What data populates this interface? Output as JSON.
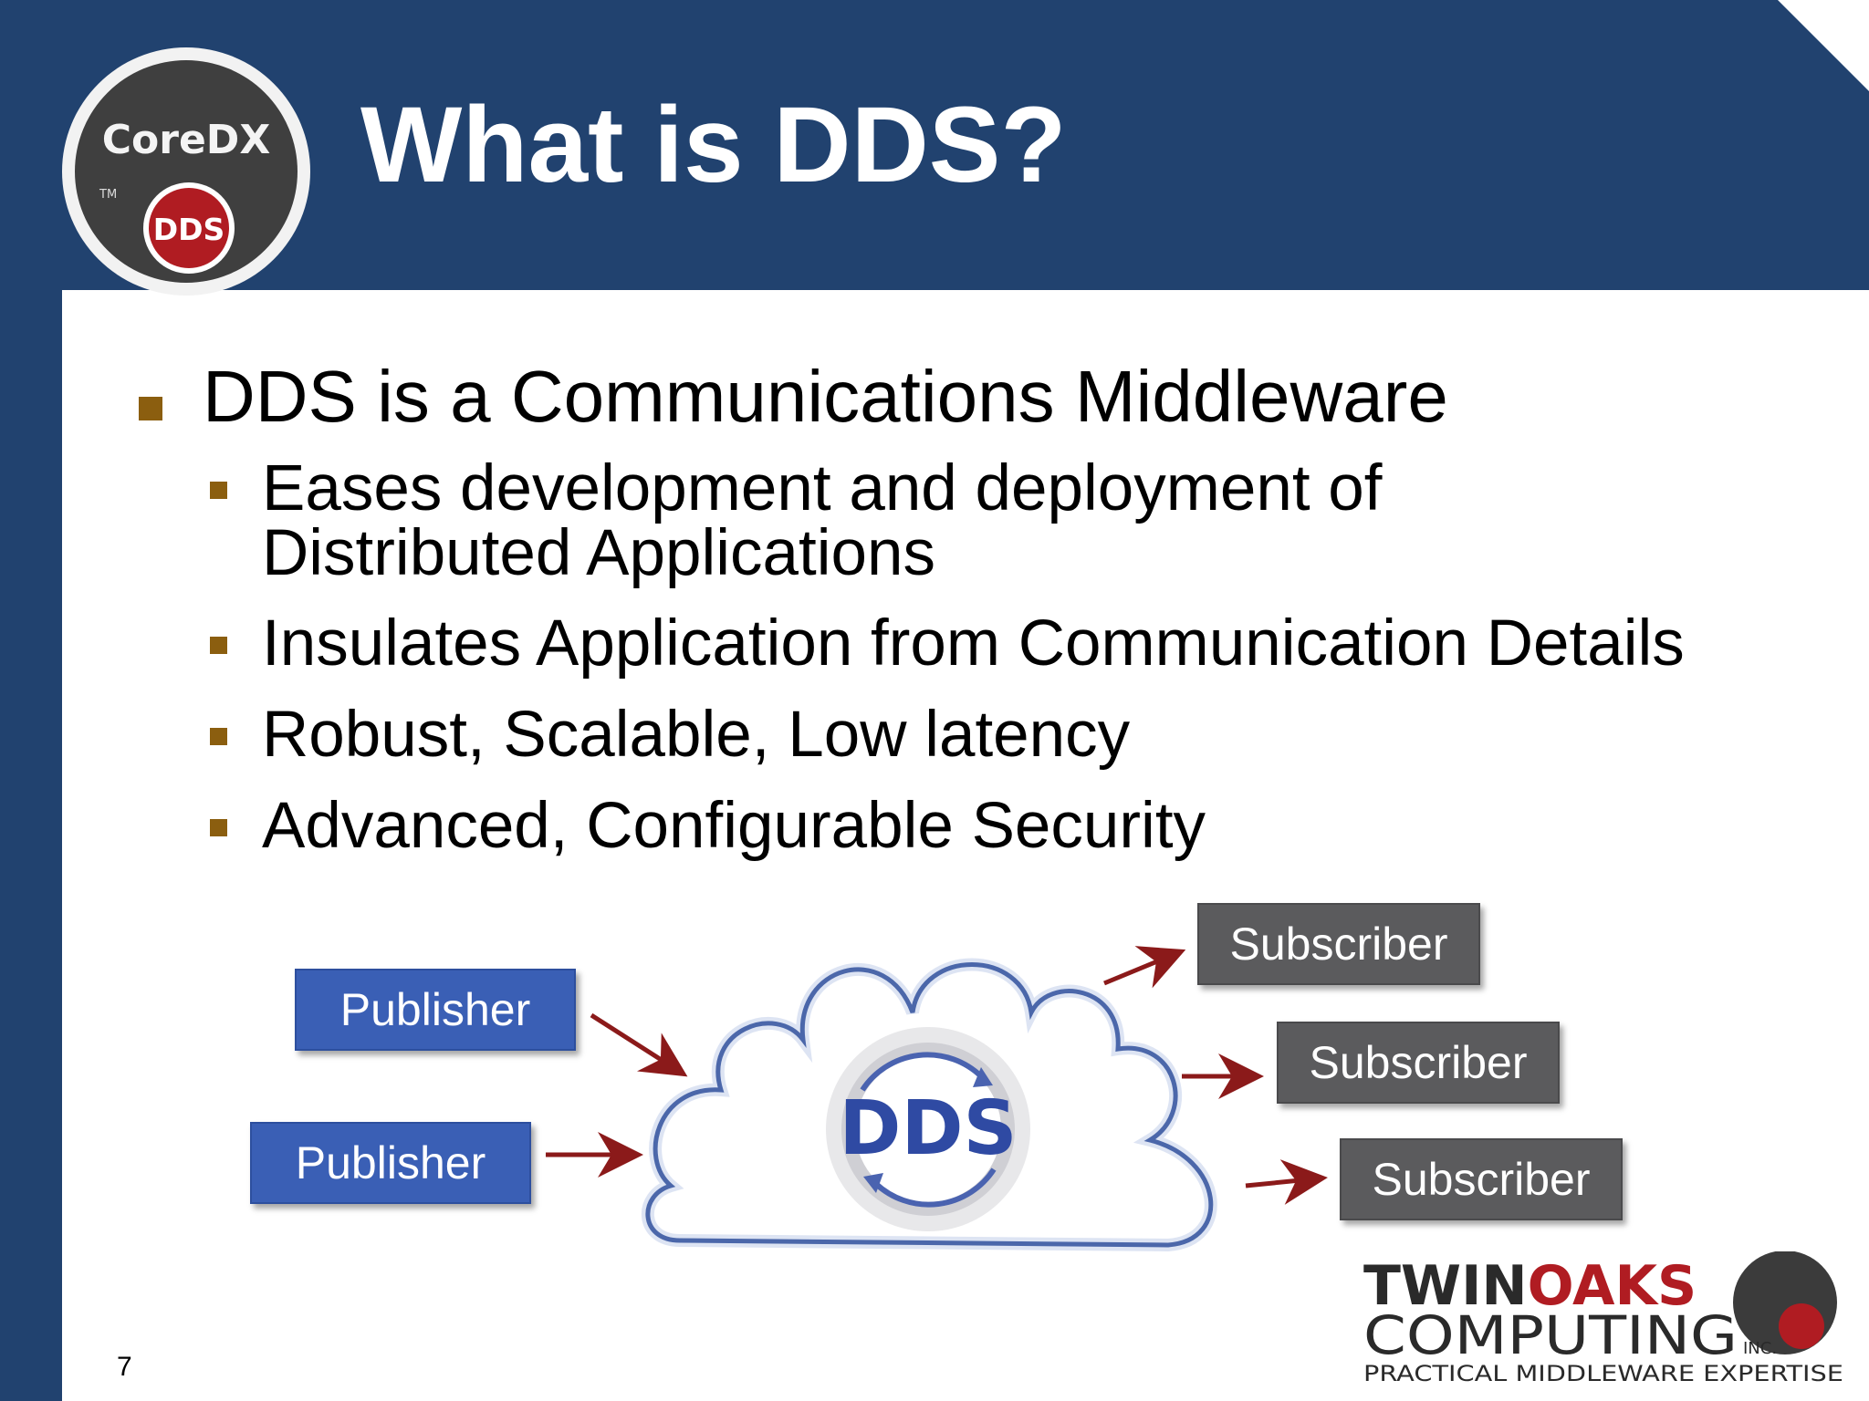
{
  "title": "What is DDS?",
  "logo": {
    "top_text": "CoreDX",
    "badge_text": "DDS",
    "tm": "TM"
  },
  "bullets": {
    "main": "DDS is a Communications Middleware",
    "sub": [
      {
        "line1": "Eases development and deployment of",
        "line2": "Distributed Applications"
      },
      {
        "line1": "Insulates Application from Communication Details"
      },
      {
        "line1": "Robust, Scalable, Low latency"
      },
      {
        "line1": "Advanced, Configurable Security"
      }
    ]
  },
  "diagram": {
    "publishers": [
      "Publisher",
      "Publisher"
    ],
    "subscribers": [
      "Subscriber",
      "Subscriber",
      "Subscriber"
    ],
    "hub_label": "DDS"
  },
  "footer": {
    "page_number": "7",
    "company_line1a": "TWIN",
    "company_line1b": "OAKS",
    "company_line2": "COMPUTING",
    "company_suffix": "INC.",
    "tagline": "PRACTICAL MIDDLEWARE EXPERTISE"
  },
  "colors": {
    "header_blue": "#21426f",
    "bullet_brown": "#8b5e0f",
    "publisher_blue": "#3a5fb5",
    "subscriber_gray": "#5b5b5d",
    "arrow_red": "#8b1a1a",
    "logo_red": "#b01c22"
  }
}
